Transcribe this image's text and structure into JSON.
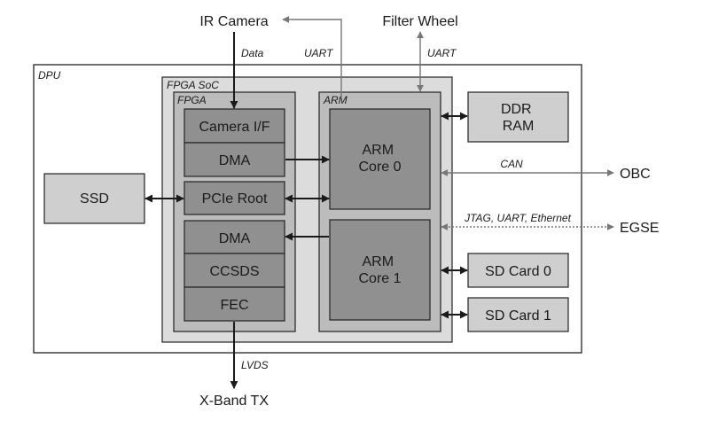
{
  "external": {
    "ir_camera": "IR Camera",
    "filter_wheel": "Filter Wheel",
    "obc": "OBC",
    "egse": "EGSE",
    "xband_tx": "X-Band TX"
  },
  "containers": {
    "dpu": "DPU",
    "fpga_soc": "FPGA SoC",
    "fpga": "FPGA",
    "arm": "ARM"
  },
  "fpga_blocks": {
    "camera_if": "Camera I/F",
    "dma_top": "DMA",
    "pcie_root": "PCIe Root",
    "dma_bottom": "DMA",
    "ccsds": "CCSDS",
    "fec": "FEC"
  },
  "arm_cores": {
    "core0": [
      "ARM",
      "Core 0"
    ],
    "core1": [
      "ARM",
      "Core 1"
    ]
  },
  "peripherals": {
    "ssd": "SSD",
    "ddr_ram": [
      "DDR",
      "RAM"
    ],
    "sd_card_0": "SD Card 0",
    "sd_card_1": "SD Card 1"
  },
  "link_labels": {
    "data": "Data",
    "uart_camera": "UART",
    "uart_filter": "UART",
    "can": "CAN",
    "jtag_uart_ethernet": "JTAG, UART, Ethernet",
    "lvds": "LVDS"
  },
  "colors": {
    "block_fill": "#909090",
    "container_fill": "#bcbcbc",
    "peripheral_fill": "#cfcfcf",
    "soc_fill": "#dcdcdc",
    "dpu_fill": "#ffffff"
  }
}
